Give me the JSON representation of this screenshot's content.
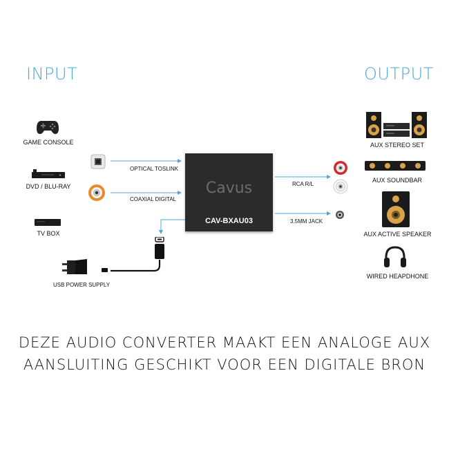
{
  "headings": {
    "input": "INPUT",
    "output": "OUTPUT"
  },
  "inputs": [
    {
      "label": "GAME CONSOLE",
      "icon": "game-controller-icon"
    },
    {
      "label": "DVD / BLU-RAY",
      "icon": "dvd-player-icon"
    },
    {
      "label": "TV BOX",
      "icon": "tv-box-icon"
    }
  ],
  "input_connectors": [
    {
      "label": "OPTICAL TOSLINK",
      "icon": "optical-port-icon"
    },
    {
      "label": "COAXIAL DIGITAL",
      "icon": "coaxial-port-icon"
    }
  ],
  "power": {
    "label": "USB POWER SUPPLY",
    "icon": "usb-power-adapter-icon"
  },
  "device": {
    "brand": "Cavus",
    "model": "CAV-BXAU03"
  },
  "output_connectors": [
    {
      "label": "RCA R/L",
      "icon": "rca-ports-icon"
    },
    {
      "label": "3.5MM JACK",
      "icon": "headphone-jack-icon"
    }
  ],
  "outputs": [
    {
      "label": "AUX STEREO SET",
      "icon": "stereo-set-icon"
    },
    {
      "label": "AUX SOUNDBAR",
      "icon": "soundbar-icon"
    },
    {
      "label": "AUX ACTIVE SPEAKER",
      "icon": "speaker-icon"
    },
    {
      "label": "WIRED HEAPDHONE",
      "icon": "headphones-icon"
    }
  ],
  "tagline": {
    "line1": "DEZE AUDIO CONVERTER MAAKT EEN ANALOGE AUX",
    "line2": "AANSLUITING GESCHIKT VOOR EEN DIGITALE BRON"
  },
  "colors": {
    "accent": "#4aa8d8",
    "device": "#2b2b2b",
    "rca_red": "#d9262c",
    "coax_orange": "#e98a2f"
  }
}
